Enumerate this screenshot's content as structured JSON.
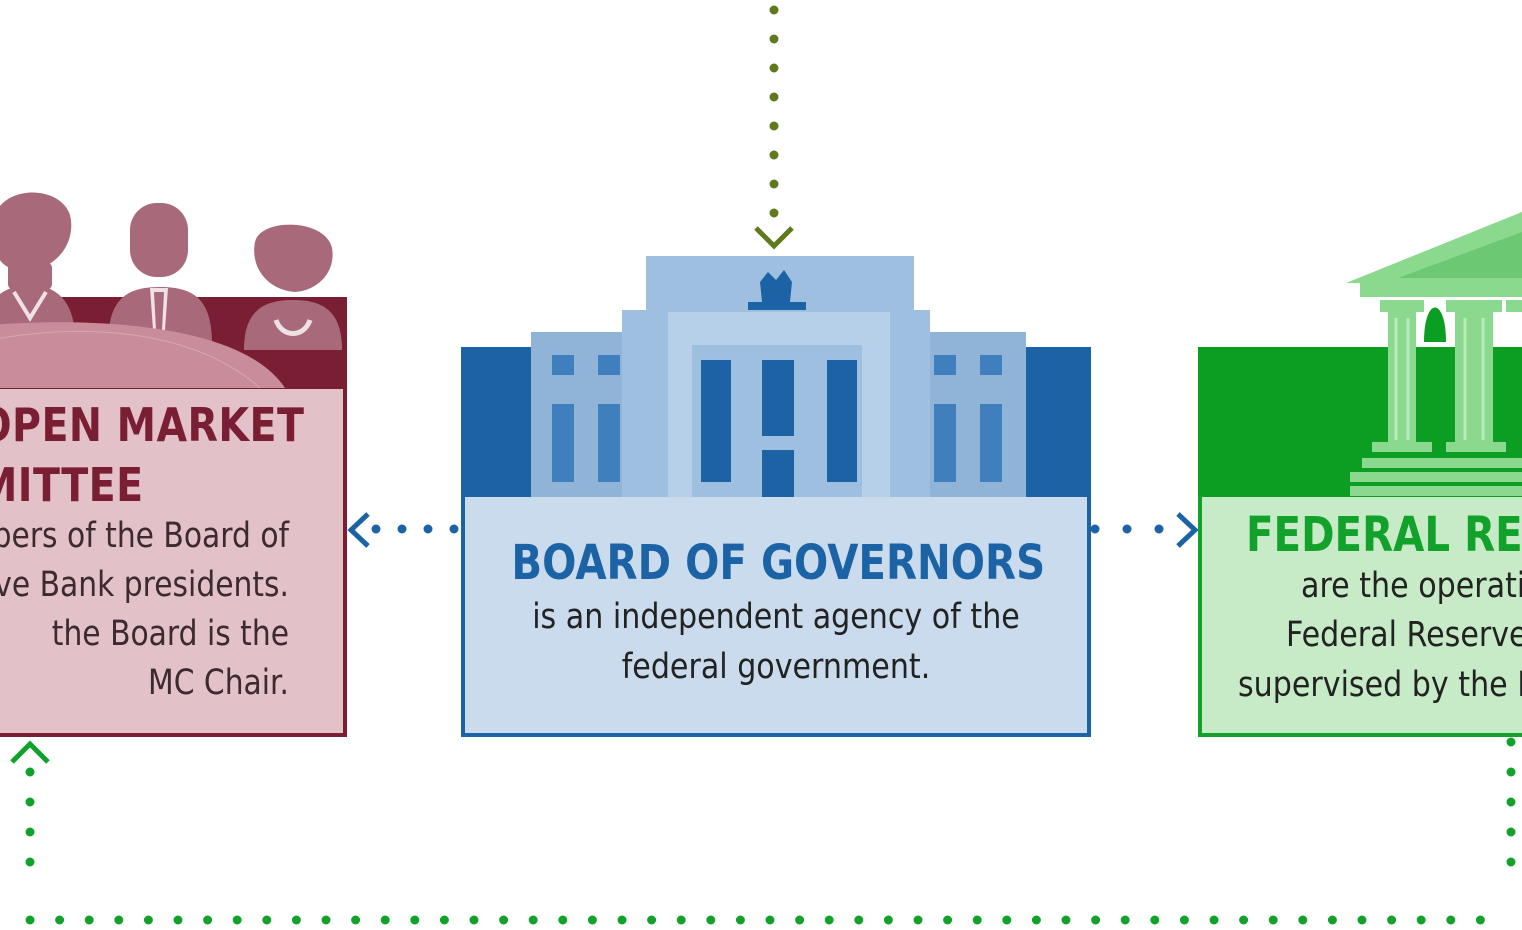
{
  "fomc": {
    "title_line1": "OPEN MARKET",
    "title_line2": "MITTEE",
    "body_lines": [
      "mbers of the Board of",
      "serve Bank presidents.",
      "the Board is the",
      "MC Chair."
    ],
    "color": "#7a1f33",
    "fill": "#e3c1c9"
  },
  "board": {
    "title": "BOARD OF GOVERNORS",
    "body_line1": "is an independent agency of the",
    "body_line2": "federal government.",
    "color": "#1c63a6",
    "fill": "#c9dbec"
  },
  "reserve_banks": {
    "title": "FEDERAL RESE",
    "body_lines": [
      "are the operatin",
      "Federal Reserve S",
      "supervised by the Bo"
    ],
    "color": "#12a12a",
    "fill": "#c6ebc6"
  },
  "icons": {
    "fomc": "committee-people-icon",
    "board": "government-building-icon",
    "reserve_banks": "bank-columns-icon"
  },
  "connectors": {
    "top_color": "#5e7a1c",
    "board_color": "#1c63a6",
    "bottom_color": "#12a12a"
  }
}
